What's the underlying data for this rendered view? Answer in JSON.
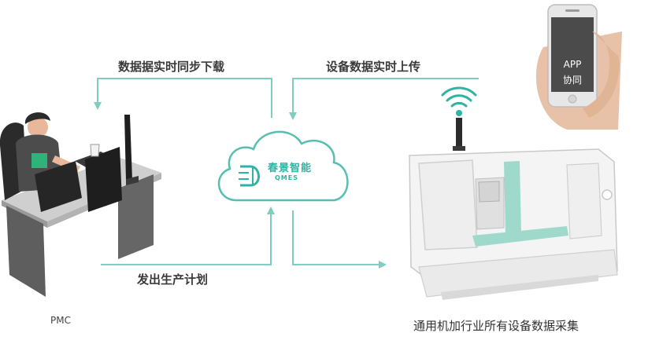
{
  "flows": {
    "download_label": "数据据实时同步下载",
    "upload_label": "设备数据实时上传",
    "plan_label": "发出生产计划"
  },
  "pmc": {
    "label": "PMC"
  },
  "cloud": {
    "brand_cn": "春景智能",
    "brand_en": "QMES"
  },
  "phone": {
    "line1": "APP",
    "line2": "协同"
  },
  "machine": {
    "label": "通用机加行业所有设备数据采集"
  },
  "colors": {
    "arrow": "#7fcdbf",
    "accent": "#2fb3a3",
    "machine_accent": "#9fd9cc"
  }
}
